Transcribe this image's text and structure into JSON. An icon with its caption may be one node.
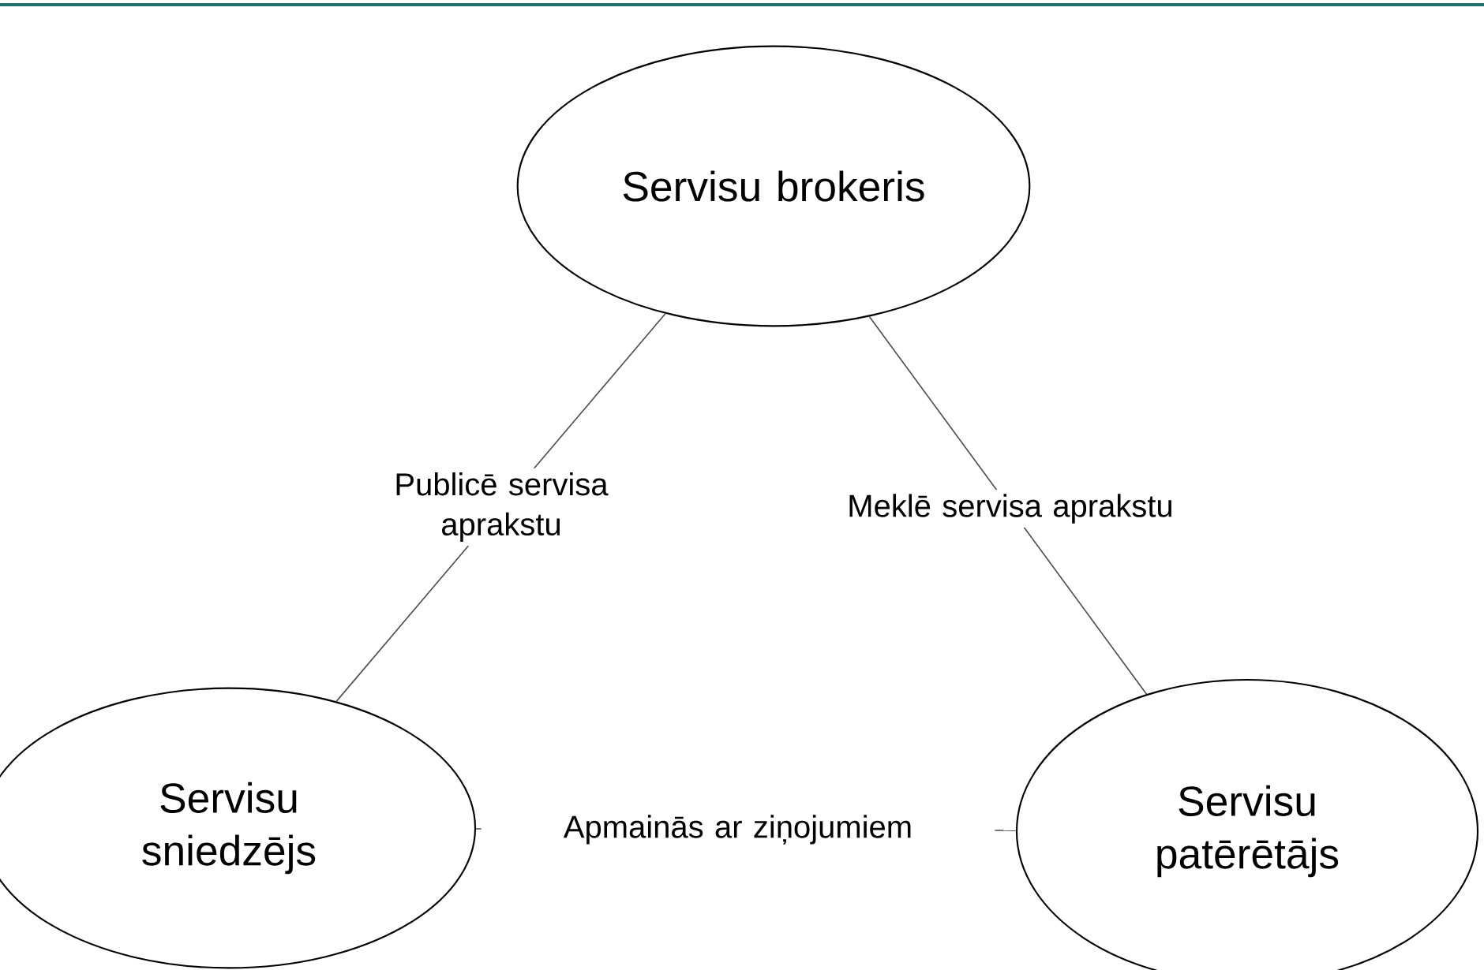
{
  "diagram": {
    "nodes": [
      {
        "text": [
          "Servisu brokeris"
        ]
      },
      {
        "text": [
          "Servisu sniedzējs"
        ]
      },
      {
        "text": [
          "Servisu patērētājs"
        ]
      }
    ],
    "edges": [
      {
        "from": 1,
        "to": 0,
        "arrow": "none",
        "label": "Publicē servisa aprakstu"
      },
      {
        "from": 0,
        "to": 2,
        "arrow": "none",
        "label": "Meklē servisa aprakstu"
      },
      {
        "from": 1,
        "to": 2,
        "arrow": "none",
        "label": "Apmainās ar ziņojumiem"
      }
    ]
  }
}
